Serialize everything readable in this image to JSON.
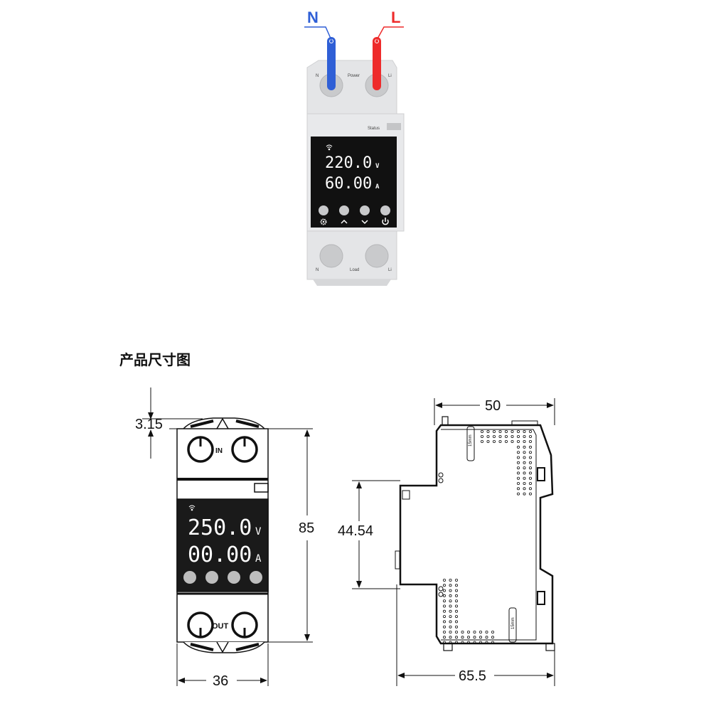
{
  "photo": {
    "wire_labels": {
      "neutral": "N",
      "live": "L"
    },
    "terminal_labels": {
      "top_left": "N",
      "top_center": "Power",
      "top_right": "Li",
      "bottom_left": "N",
      "bottom_center": "Load",
      "bottom_right": "Li"
    },
    "status_label": "Status",
    "display": {
      "voltage": "220.0",
      "voltage_unit": "V",
      "current": "60.00",
      "current_unit": "A"
    },
    "buttons": [
      "settings",
      "up",
      "down",
      "power"
    ],
    "colors": {
      "neutral_wire": "#2f5fd6",
      "live_wire": "#ee2b2b"
    }
  },
  "section_title": "产品尺寸图",
  "front_view": {
    "in_label": "IN",
    "out_label": "OUT",
    "display": {
      "voltage": "250.0",
      "voltage_unit": "V",
      "current": "00.00",
      "current_unit": "A"
    },
    "dimensions": {
      "clip": "3.15",
      "height": "85",
      "width": "36"
    }
  },
  "side_view": {
    "rail_label_top": "15mm",
    "rail_label_bottom": "15mm",
    "dimensions": {
      "top_width": "50",
      "rail_height": "44.54",
      "depth": "65.5"
    }
  }
}
